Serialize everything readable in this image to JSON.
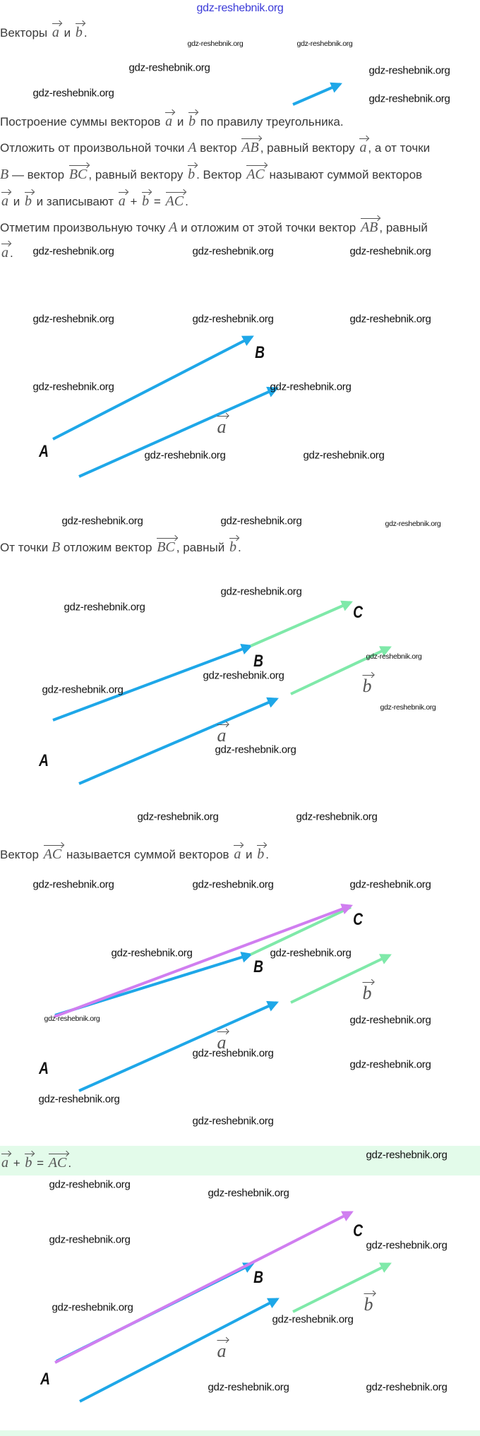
{
  "lines": [
    [
      {
        "t": "Векторы "
      },
      {
        "v": "a"
      },
      {
        "t": " и "
      },
      {
        "v": "b"
      },
      {
        "t": "."
      }
    ],
    [
      {
        "t": "Построение суммы векторов "
      },
      {
        "v": "a"
      },
      {
        "t": " и "
      },
      {
        "v": "b"
      },
      {
        "t": " по правилу треугольника."
      }
    ],
    [
      {
        "t": "Отложить от произвольной точки "
      },
      {
        "m": "A"
      },
      {
        "t": " вектор "
      },
      {
        "v": "AB"
      },
      {
        "t": ", равный вектору "
      },
      {
        "v": "a"
      },
      {
        "t": ", а от точки"
      }
    ],
    [
      {
        "m": "B"
      },
      {
        "t": " — вектор "
      },
      {
        "v": "BC"
      },
      {
        "t": ", равный вектору "
      },
      {
        "v": "b"
      },
      {
        "t": ". Вектор "
      },
      {
        "v": "AC"
      },
      {
        "t": " называют суммой векторов"
      }
    ],
    [
      {
        "v": "a"
      },
      {
        "t": " и "
      },
      {
        "v": "b"
      },
      {
        "t": " и записывают "
      },
      {
        "v": "a"
      },
      {
        "t": " + "
      },
      {
        "v": "b"
      },
      {
        "t": " = "
      },
      {
        "v": "AC"
      },
      {
        "t": "."
      }
    ],
    [
      {
        "t": "Отметим произвольную точку "
      },
      {
        "m": "A"
      },
      {
        "t": " и отложим от этой точки вектор "
      },
      {
        "v": "AB"
      },
      {
        "t": ", равный"
      }
    ],
    [
      {
        "v": "a"
      },
      {
        "t": "."
      }
    ],
    [
      {
        "t": "От точки "
      },
      {
        "m": "B"
      },
      {
        "t": " отложим вектор "
      },
      {
        "v": "BC"
      },
      {
        "t": ", равный "
      },
      {
        "v": "b"
      },
      {
        "t": "."
      }
    ],
    [
      {
        "t": "Вектор "
      },
      {
        "v": "AC"
      },
      {
        "t": " называется суммой векторов "
      },
      {
        "v": "a"
      },
      {
        "t": " и "
      },
      {
        "v": "b"
      },
      {
        "t": "."
      }
    ],
    [
      {
        "v": "a"
      },
      {
        "t": " + "
      },
      {
        "v": "b"
      },
      {
        "t": " = "
      },
      {
        "v": "AC"
      },
      {
        "t": "."
      }
    ]
  ],
  "points": {
    "A": "A",
    "B": "B",
    "C": "C"
  },
  "vector_labels": {
    "a": "a",
    "b": "b"
  },
  "watermark": "gdz-reshebnik.org",
  "colors": {
    "vector_a": "#1ea7e8",
    "vector_b": "#7fe9a9",
    "sum": "#d07ef0",
    "highlight": "#e3fbea",
    "watermark_top": "#3b3bd8"
  }
}
